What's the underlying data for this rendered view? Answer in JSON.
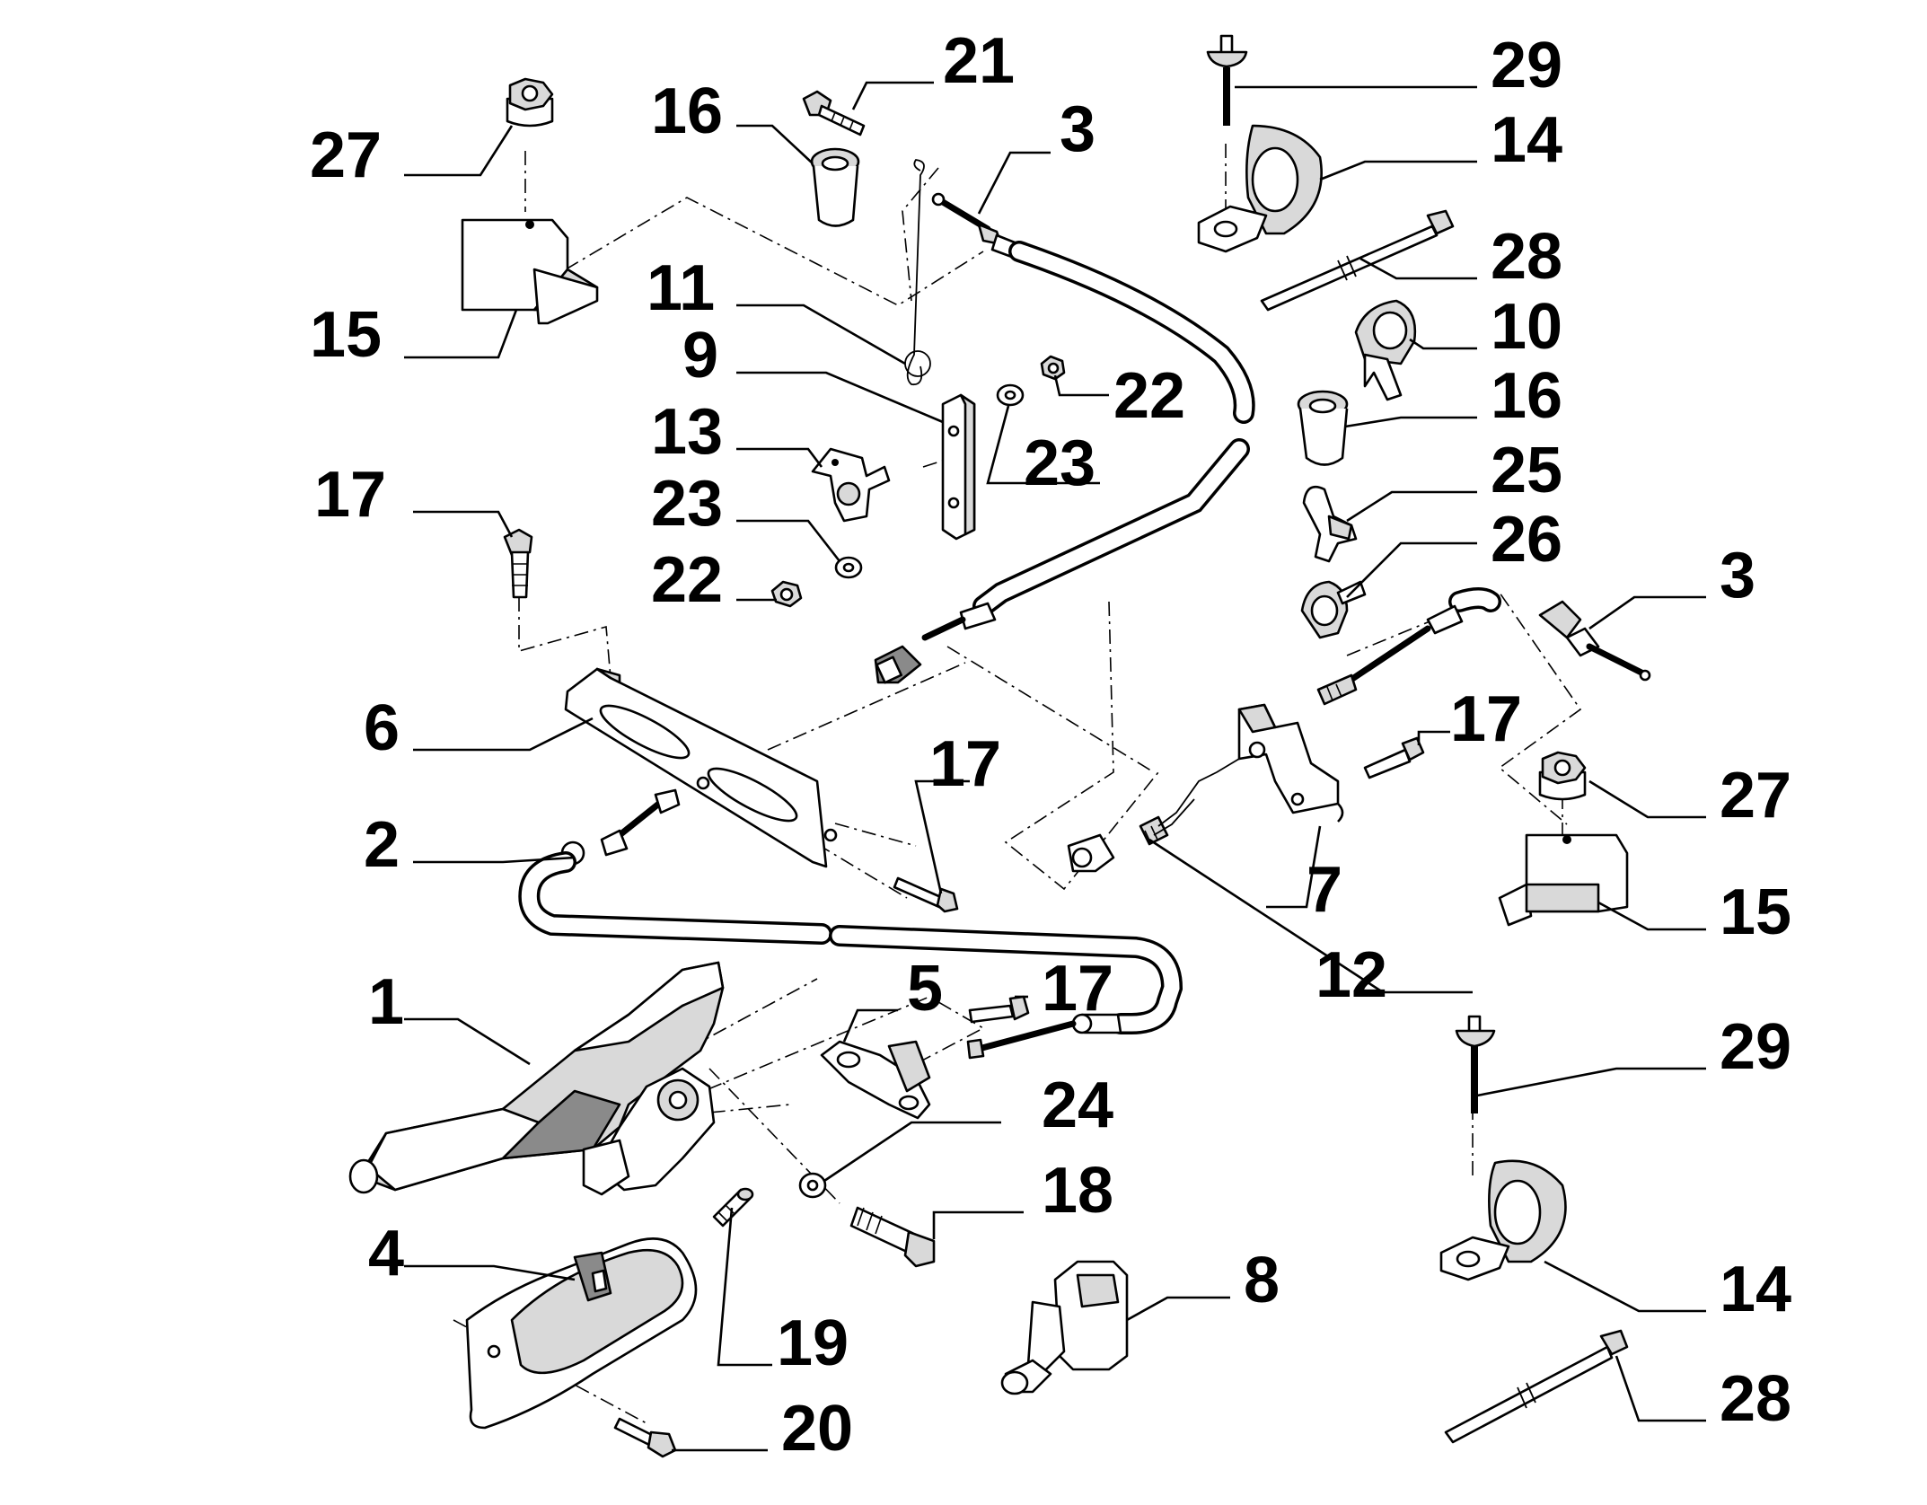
{
  "diagram": {
    "callouts": [
      {
        "id": "c-27a",
        "text": "27"
      },
      {
        "id": "c-15a",
        "text": "15"
      },
      {
        "id": "c-21",
        "text": "21"
      },
      {
        "id": "c-16a",
        "text": "16"
      },
      {
        "id": "c-3a",
        "text": "3"
      },
      {
        "id": "c-29a",
        "text": "29"
      },
      {
        "id": "c-14a",
        "text": "14"
      },
      {
        "id": "c-28a",
        "text": "28"
      },
      {
        "id": "c-10",
        "text": "10"
      },
      {
        "id": "c-16b",
        "text": "16"
      },
      {
        "id": "c-25",
        "text": "25"
      },
      {
        "id": "c-26",
        "text": "26"
      },
      {
        "id": "c-3b",
        "text": "3"
      },
      {
        "id": "c-11",
        "text": "11"
      },
      {
        "id": "c-9",
        "text": "9"
      },
      {
        "id": "c-22a",
        "text": "22"
      },
      {
        "id": "c-23a",
        "text": "23"
      },
      {
        "id": "c-13",
        "text": "13"
      },
      {
        "id": "c-23b",
        "text": "23"
      },
      {
        "id": "c-22b",
        "text": "22"
      },
      {
        "id": "c-17a",
        "text": "17"
      },
      {
        "id": "c-6",
        "text": "6"
      },
      {
        "id": "c-17b",
        "text": "17"
      },
      {
        "id": "c-17c",
        "text": "17"
      },
      {
        "id": "c-27b",
        "text": "27"
      },
      {
        "id": "c-15b",
        "text": "15"
      },
      {
        "id": "c-2",
        "text": "2"
      },
      {
        "id": "c-7",
        "text": "7"
      },
      {
        "id": "c-12",
        "text": "12"
      },
      {
        "id": "c-1",
        "text": "1"
      },
      {
        "id": "c-5",
        "text": "5"
      },
      {
        "id": "c-17d",
        "text": "17"
      },
      {
        "id": "c-24",
        "text": "24"
      },
      {
        "id": "c-18",
        "text": "18"
      },
      {
        "id": "c-29b",
        "text": "29"
      },
      {
        "id": "c-4",
        "text": "4"
      },
      {
        "id": "c-19",
        "text": "19"
      },
      {
        "id": "c-20",
        "text": "20"
      },
      {
        "id": "c-8",
        "text": "8"
      },
      {
        "id": "c-14b",
        "text": "14"
      },
      {
        "id": "c-28b",
        "text": "28"
      }
    ]
  }
}
